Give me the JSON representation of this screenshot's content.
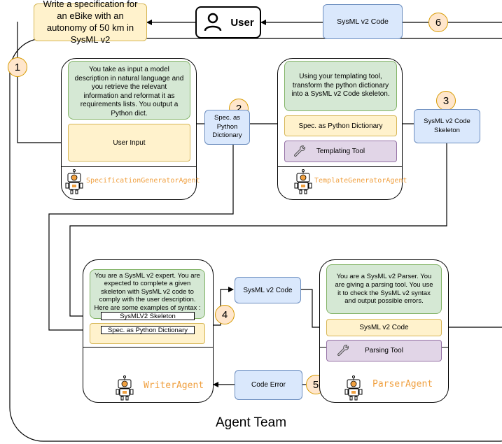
{
  "task": "Write a specification for an eBike with an autonomy of 50 km in SysML v2",
  "user_label": "User",
  "output_code": "SysML v2 Code",
  "team_label": "Agent Team",
  "steps": [
    "1",
    "2",
    "3",
    "4",
    "5",
    "6"
  ],
  "spec_agent": {
    "prompt": "You take as input a model description in natural language and you retrieve the relevant information and reformat it as requirements lists. You output a Python dict.",
    "input": "User Input",
    "name": "SpecificationGeneratorAgent"
  },
  "spec_dict": "Spec. as Python Dictionary",
  "template_agent": {
    "prompt": "Using your templating tool, transform the python dictionary into a SysML v2 Code skeleton.",
    "input": "Spec. as Python Dictionary",
    "tool": "Templating Tool",
    "name": "TemplateGeneratorAgent"
  },
  "code_skeleton": "SysML v2 Code Skeleton",
  "writer_agent": {
    "prompt": "You are a SysML v2 expert. You are expected to complete a given skeleton with SysML v2 code to comply with the user description. Here are some examples of syntax : [examples].",
    "input_skeleton": "SysMLV2 Skeleton",
    "input_spec": "Spec. as Python Dictionary",
    "name": "WriterAgent"
  },
  "writer_output": "SysML v2 Code",
  "parser_agent": {
    "prompt": "You are a SysML v2 Parser. You are giving a parsing tool. You use it to check the SysML v2 syntax and output possible errors.",
    "input": "SysML v2 Code",
    "tool": "Parsing Tool",
    "name": "ParserAgent"
  },
  "code_error": "Code Error",
  "colors": {
    "green": "#d5e8d4",
    "yellow": "#fff2cc",
    "blue": "#dae8fc",
    "purple": "#e1d5e7",
    "step": "#ffe6cc",
    "agent_name": "#f0a040"
  }
}
